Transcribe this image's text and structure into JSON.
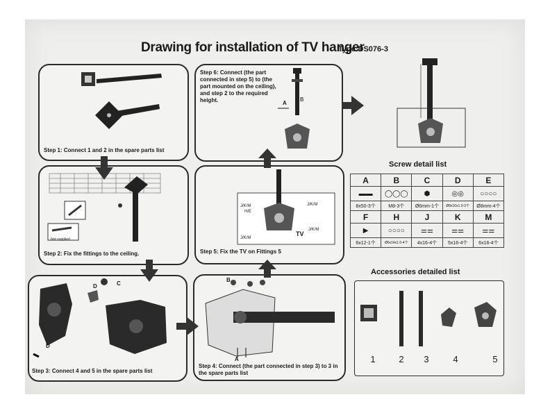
{
  "title": "Drawing for installation of TV hanger",
  "type_label": "Type:DS076-3",
  "steps": {
    "step1": "Step 1: Connect 1 and 2 in the spare parts list",
    "step2": "Step 2: Fix the fittings to the ceiling.",
    "step3": "Step 3: Connect 4 and 5 in the spare parts list",
    "step4": "Step 4: Connect (the part connected in step 3) to 3 in the spare parts list",
    "step5": "Step 5: Fix the TV on Fittings 5",
    "step6": "Step 6: Connect (the part connected in step 5) to (the part mounted on the ceiling), and step 2 to the required height."
  },
  "labels": {
    "tv": "TV",
    "hjkm": "J/K/M",
    "he": "H/E",
    "a": "A",
    "b": "B",
    "c": "C",
    "d": "D",
    "e": "E",
    "not_supplied": "Not supplied"
  },
  "screw_list": {
    "title": "Screw detail list",
    "row1": {
      "letters": [
        "A",
        "B",
        "C",
        "D",
        "E"
      ],
      "icons": [
        "bolt-icon",
        "washer-chain-icon",
        "hex-nut-icon",
        "washer-pair-icon",
        "washer-row-icon"
      ],
      "sizes": [
        "8x50-3个",
        "M8-3个",
        "Ø6mm-1个",
        "Ø8x16x1.0-3个",
        "Ø8mm-4个"
      ]
    },
    "row2": {
      "letters": [
        "F",
        "H",
        "J",
        "K",
        "M"
      ],
      "icons": [
        "anchor-icon",
        "washer-row-icon",
        "screw-pair-icon",
        "screw-pair-icon",
        "screw-pair-icon"
      ],
      "sizes": [
        "6x12-1个",
        "Ø6x14x1.0-4个",
        "4x16-4个",
        "5x16-4个",
        "6x16-4个"
      ]
    }
  },
  "accessories": {
    "title": "Accessories detailed list",
    "numbers": [
      "1",
      "2",
      "3",
      "4",
      "5"
    ]
  }
}
